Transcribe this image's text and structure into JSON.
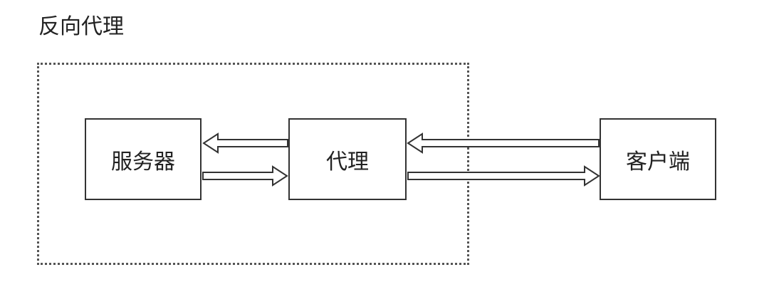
{
  "title": "反向代理",
  "boundary": {
    "encloses": [
      "server",
      "proxy"
    ]
  },
  "nodes": {
    "server": {
      "label": "服务器"
    },
    "proxy": {
      "label": "代理"
    },
    "client": {
      "label": "客户端"
    }
  },
  "arrows": [
    {
      "from": "proxy",
      "to": "server"
    },
    {
      "from": "server",
      "to": "proxy"
    },
    {
      "from": "client",
      "to": "proxy"
    },
    {
      "from": "proxy",
      "to": "client"
    }
  ],
  "colors": {
    "stroke": "#333333",
    "boundary": "#555555",
    "text": "#222222",
    "background": "#ffffff"
  }
}
